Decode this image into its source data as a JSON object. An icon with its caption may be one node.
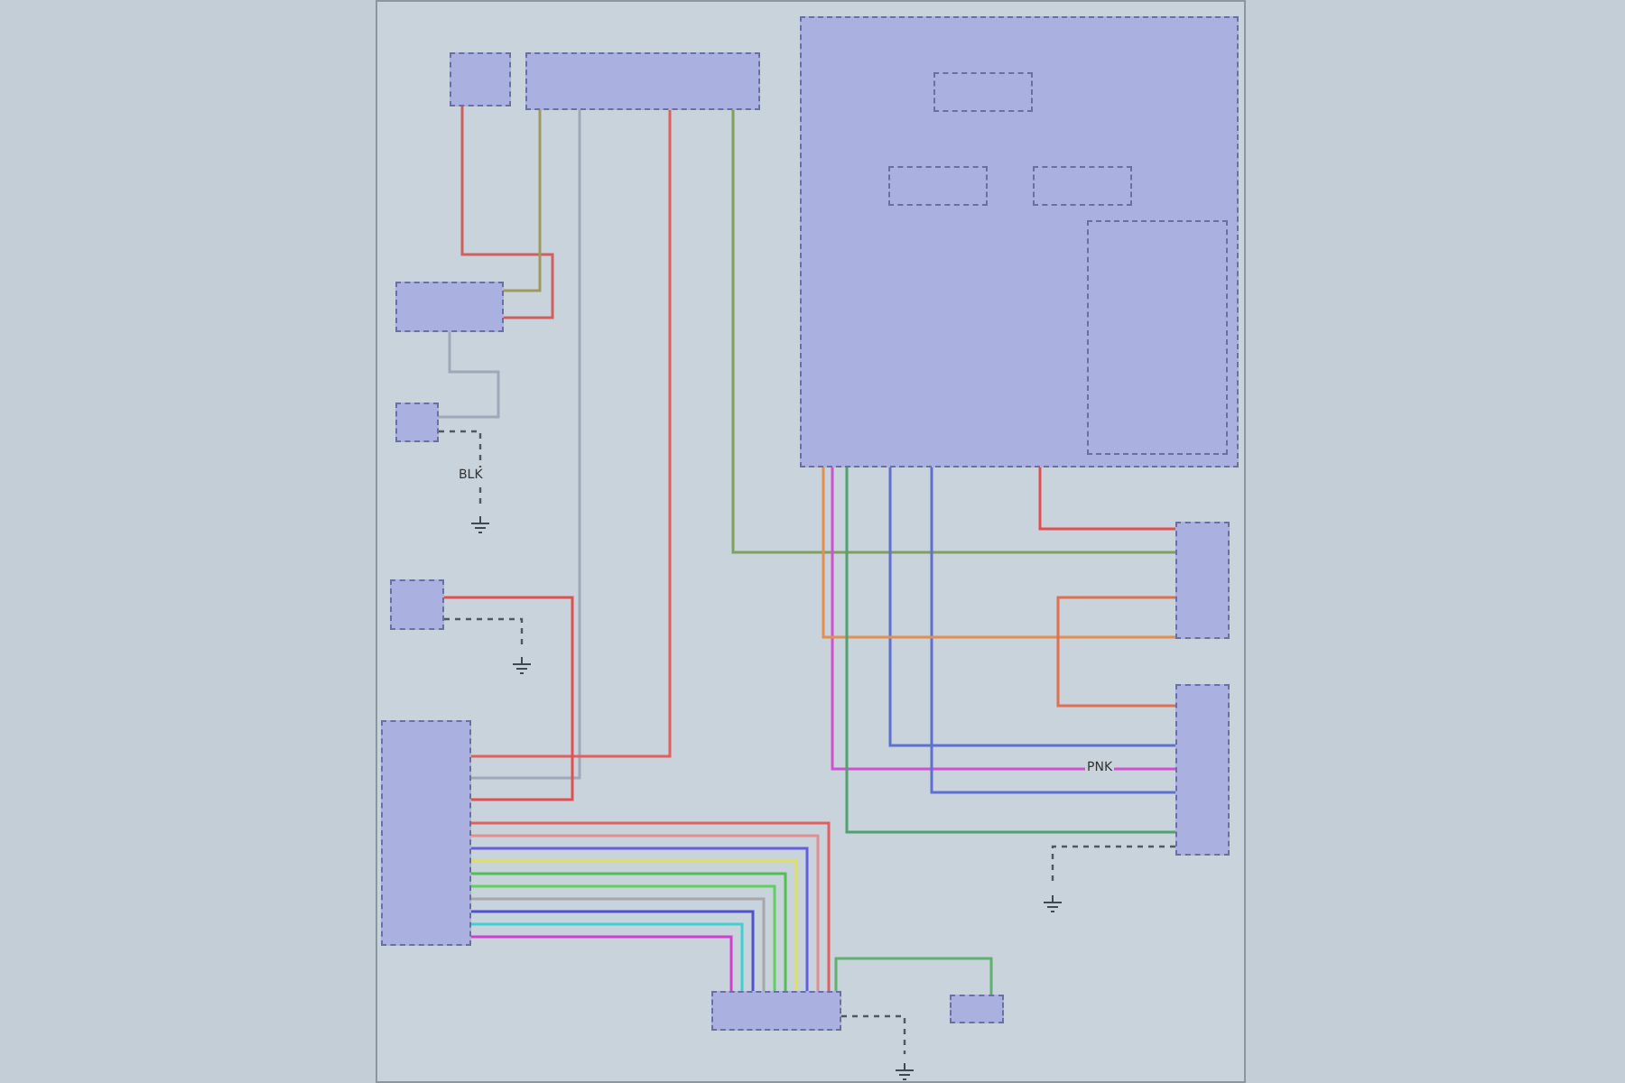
{
  "diagram": {
    "nodes": [
      {
        "text": [],
        "shape": "box"
      },
      {
        "text": [],
        "shape": "box"
      },
      {
        "text": [],
        "shape": "box"
      },
      {
        "text": [],
        "shape": "box",
        "in": 2
      },
      {
        "text": [],
        "shape": "box",
        "in": 2
      },
      {
        "text": [],
        "shape": "box",
        "in": 2
      },
      {
        "text": [],
        "shape": "box",
        "in": 2
      },
      {
        "text": [],
        "shape": "box"
      },
      {
        "text": [],
        "shape": "box"
      },
      {
        "text": [],
        "shape": "box"
      },
      {
        "text": [],
        "shape": "box"
      },
      {
        "text": [],
        "shape": "box"
      },
      {
        "text": [],
        "shape": "box"
      },
      {
        "text": [],
        "shape": "box"
      },
      {
        "text": [],
        "shape": "box"
      },
      {
        "text": [],
        "shape": "ground"
      },
      {
        "text": [],
        "shape": "ground"
      },
      {
        "text": [],
        "shape": "ground"
      },
      {
        "text": [],
        "shape": "ground"
      }
    ],
    "edges": [
      {
        "from": 0,
        "to": 7,
        "arrow": "none",
        "color": "#d06060"
      },
      {
        "from": 1,
        "to": 7,
        "arrow": "none",
        "color": "#a09a60"
      },
      {
        "from": 1,
        "to": 10,
        "arrow": "none",
        "color": "#a0a8b8"
      },
      {
        "from": 1,
        "to": 10,
        "arrow": "none",
        "color": "#e06060"
      },
      {
        "from": 1,
        "to": 12,
        "arrow": "none",
        "color": "#80a060"
      },
      {
        "from": 7,
        "to": 8,
        "arrow": "none",
        "color": "#a0a8b8"
      },
      {
        "from": 8,
        "to": 15,
        "arrow": "none",
        "style": "dashed",
        "color": "#505860",
        "label": "BLK"
      },
      {
        "from": 9,
        "to": 16,
        "arrow": "none",
        "style": "dashed",
        "color": "#505860"
      },
      {
        "from": 9,
        "to": 10,
        "arrow": "none",
        "color": "#e05050"
      },
      {
        "from": 10,
        "to": 11,
        "arrow": "none",
        "color": "#e06060"
      },
      {
        "from": 10,
        "to": 11,
        "arrow": "none",
        "color": "#e09090"
      },
      {
        "from": 10,
        "to": 11,
        "arrow": "none",
        "color": "#6060e0"
      },
      {
        "from": 10,
        "to": 11,
        "arrow": "none",
        "color": "#e0e060"
      },
      {
        "from": 10,
        "to": 11,
        "arrow": "none",
        "color": "#50c050"
      },
      {
        "from": 10,
        "to": 11,
        "arrow": "none",
        "color": "#60d060"
      },
      {
        "from": 10,
        "to": 11,
        "arrow": "none",
        "color": "#a8a8a8"
      },
      {
        "from": 10,
        "to": 11,
        "arrow": "none",
        "color": "#5050d0"
      },
      {
        "from": 10,
        "to": 11,
        "arrow": "none",
        "color": "#40d0d0"
      },
      {
        "from": 10,
        "to": 11,
        "arrow": "none",
        "color": "#d040d0"
      },
      {
        "from": 2,
        "to": 13,
        "arrow": "none",
        "color": "#d050d0",
        "label": "PNK"
      },
      {
        "from": 2,
        "to": 13,
        "arrow": "none",
        "color": "#6070d0"
      },
      {
        "from": 6,
        "to": 13,
        "arrow": "none",
        "color": "#6070d0"
      },
      {
        "from": 2,
        "to": 12,
        "arrow": "none",
        "color": "#e09050"
      },
      {
        "from": 6,
        "to": 12,
        "arrow": "none",
        "color": "#e05050"
      },
      {
        "from": 12,
        "to": 13,
        "arrow": "none",
        "color": "#e07050"
      },
      {
        "from": 2,
        "to": 13,
        "arrow": "none",
        "color": "#50a070"
      },
      {
        "from": 13,
        "to": 17,
        "arrow": "none",
        "style": "dashed",
        "color": "#505860"
      },
      {
        "from": 11,
        "to": 14,
        "arrow": "none",
        "color": "#60b070"
      },
      {
        "from": 11,
        "to": 18,
        "arrow": "none",
        "style": "dashed",
        "color": "#505860"
      }
    ]
  }
}
